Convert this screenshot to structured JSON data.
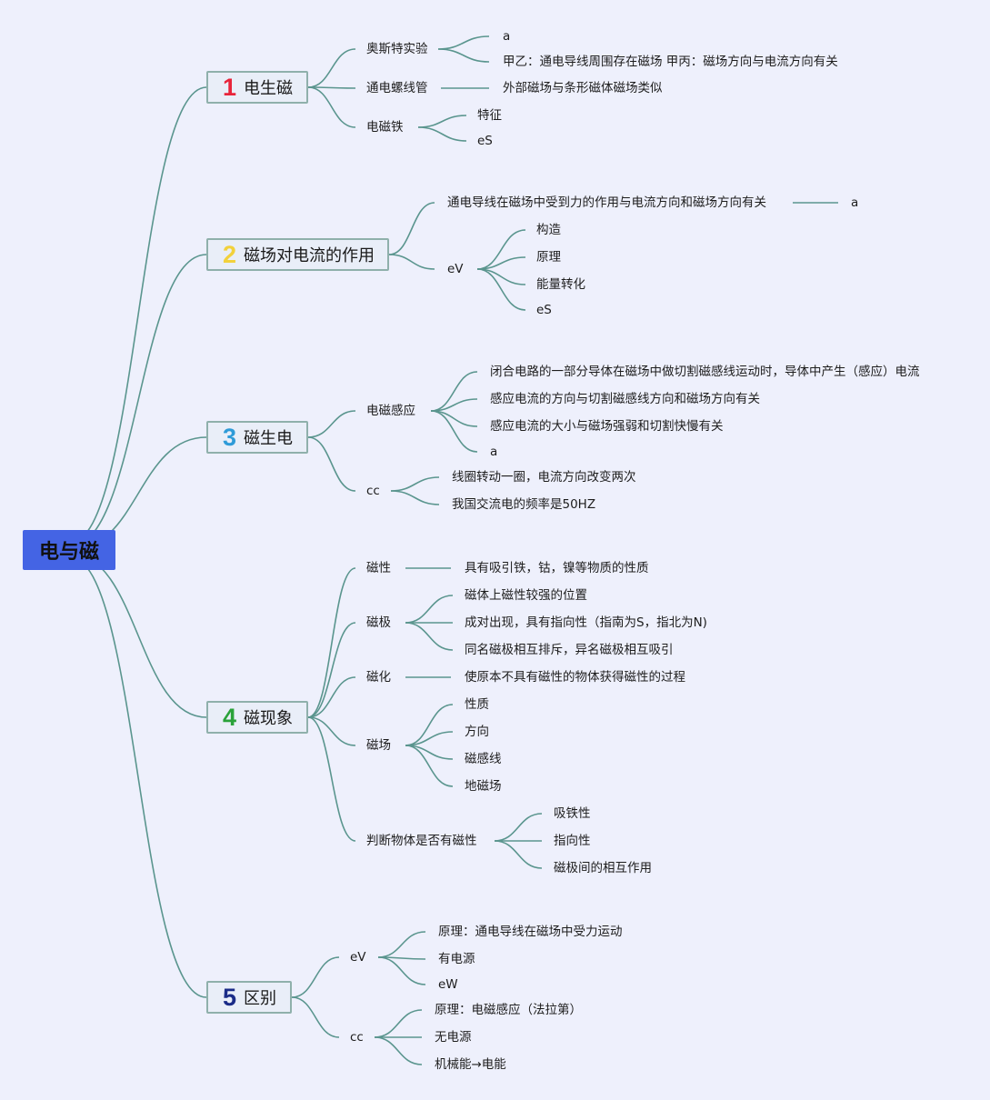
{
  "root": "电与磁",
  "colors": {
    "background": "#eef0fc",
    "edge": "#5a958e",
    "root_fill": "#4464e4",
    "branch_fill": "#e9eef8",
    "branch_border": "#8fb0ab",
    "num1": "#e8243a",
    "num2": "#f2d13c",
    "num3": "#2e9bd8",
    "num4": "#2aa23a",
    "num5": "#1b2c88"
  },
  "branches": [
    {
      "num": "1",
      "label": "电生磁",
      "children": [
        {
          "label": "奥斯特实验",
          "children": [
            {
              "label": "a"
            },
            {
              "label": "甲乙：通电导线周围存在磁场  甲丙：磁场方向与电流方向有关"
            }
          ]
        },
        {
          "label": "通电螺线管",
          "children": [
            {
              "label": "外部磁场与条形磁体磁场类似"
            }
          ]
        },
        {
          "label": "电磁铁",
          "children": [
            {
              "label": "特征"
            },
            {
              "label": "eS"
            }
          ]
        }
      ]
    },
    {
      "num": "2",
      "label": "磁场对电流的作用",
      "children": [
        {
          "label": "通电导线在磁场中受到力的作用与电流方向和磁场方向有关",
          "children": [
            {
              "label": "a"
            }
          ]
        },
        {
          "label": "eV",
          "children": [
            {
              "label": "构造"
            },
            {
              "label": "原理"
            },
            {
              "label": "能量转化"
            },
            {
              "label": "eS"
            }
          ]
        }
      ]
    },
    {
      "num": "3",
      "label": "磁生电",
      "children": [
        {
          "label": "电磁感应",
          "children": [
            {
              "label": "闭合电路的一部分导体在磁场中做切割磁感线运动时，导体中产生（感应）电流"
            },
            {
              "label": "感应电流的方向与切割磁感线方向和磁场方向有关"
            },
            {
              "label": "感应电流的大小与磁场强弱和切割快慢有关"
            },
            {
              "label": "a"
            }
          ]
        },
        {
          "label": "cc",
          "children": [
            {
              "label": "线圈转动一圈，电流方向改变两次"
            },
            {
              "label": "我国交流电的频率是50HZ"
            }
          ]
        }
      ]
    },
    {
      "num": "4",
      "label": "磁现象",
      "children": [
        {
          "label": "磁性",
          "children": [
            {
              "label": "具有吸引铁，钴，镍等物质的性质"
            }
          ]
        },
        {
          "label": "磁极",
          "children": [
            {
              "label": "磁体上磁性较强的位置"
            },
            {
              "label": "成对出现，具有指向性（指南为S，指北为N)"
            },
            {
              "label": "同名磁极相互排斥，异名磁极相互吸引"
            }
          ]
        },
        {
          "label": "磁化",
          "children": [
            {
              "label": "使原本不具有磁性的物体获得磁性的过程"
            }
          ]
        },
        {
          "label": "磁场",
          "children": [
            {
              "label": "性质"
            },
            {
              "label": "方向"
            },
            {
              "label": "磁感线"
            },
            {
              "label": "地磁场"
            }
          ]
        },
        {
          "label": "判断物体是否有磁性",
          "children": [
            {
              "label": "吸铁性"
            },
            {
              "label": "指向性"
            },
            {
              "label": "磁极间的相互作用"
            }
          ]
        }
      ]
    },
    {
      "num": "5",
      "label": "区别",
      "children": [
        {
          "label": "eV",
          "children": [
            {
              "label": "原理：通电导线在磁场中受力运动"
            },
            {
              "label": "有电源"
            },
            {
              "label": "eW"
            }
          ]
        },
        {
          "label": "cc",
          "children": [
            {
              "label": "原理：电磁感应（法拉第）"
            },
            {
              "label": "无电源"
            },
            {
              "label": "机械能→电能"
            }
          ]
        }
      ]
    }
  ]
}
